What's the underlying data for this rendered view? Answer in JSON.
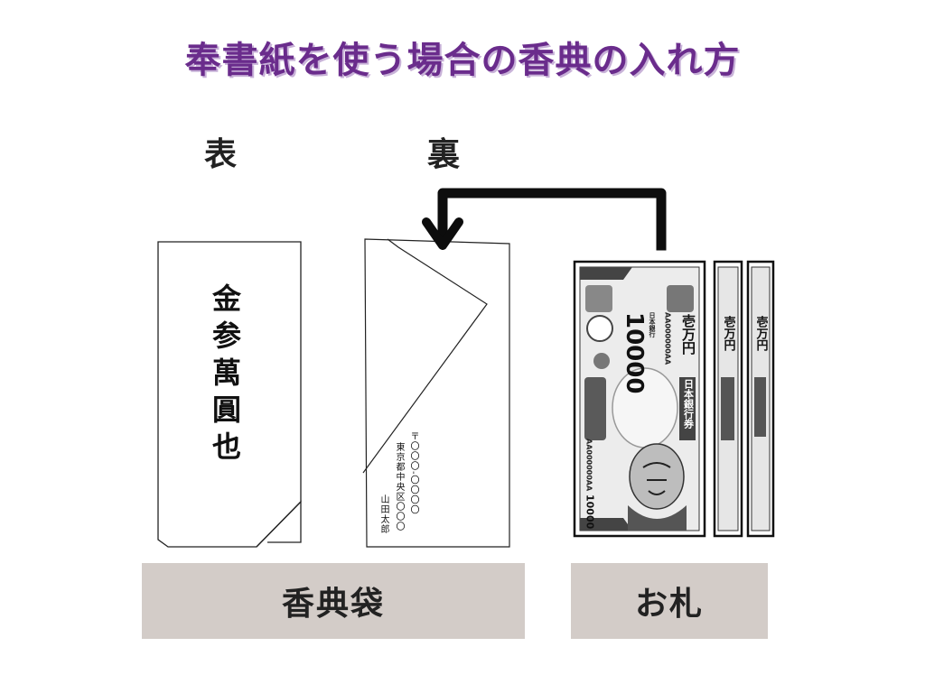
{
  "title": "奉書紙を使う場合の香典の入れ方",
  "labels": {
    "front": "表",
    "back": "裏"
  },
  "envelope_front": {
    "amount_text": "金参萬圓也"
  },
  "envelope_back": {
    "postal": "〒〇〇〇-〇〇〇〇",
    "street": "東京都中央区〇〇〇",
    "name": "山田太郎"
  },
  "bill": {
    "denomination": "10000",
    "denomination_kanji": "壱万円",
    "bank": "日本銀行券",
    "serial": "AA000000AA",
    "bank_small": "日本銀行"
  },
  "captions": {
    "envelope": "香典袋",
    "bill": "お札"
  },
  "colors": {
    "title": "#6a2c8c",
    "caption_bg": "#d3ccc8"
  }
}
